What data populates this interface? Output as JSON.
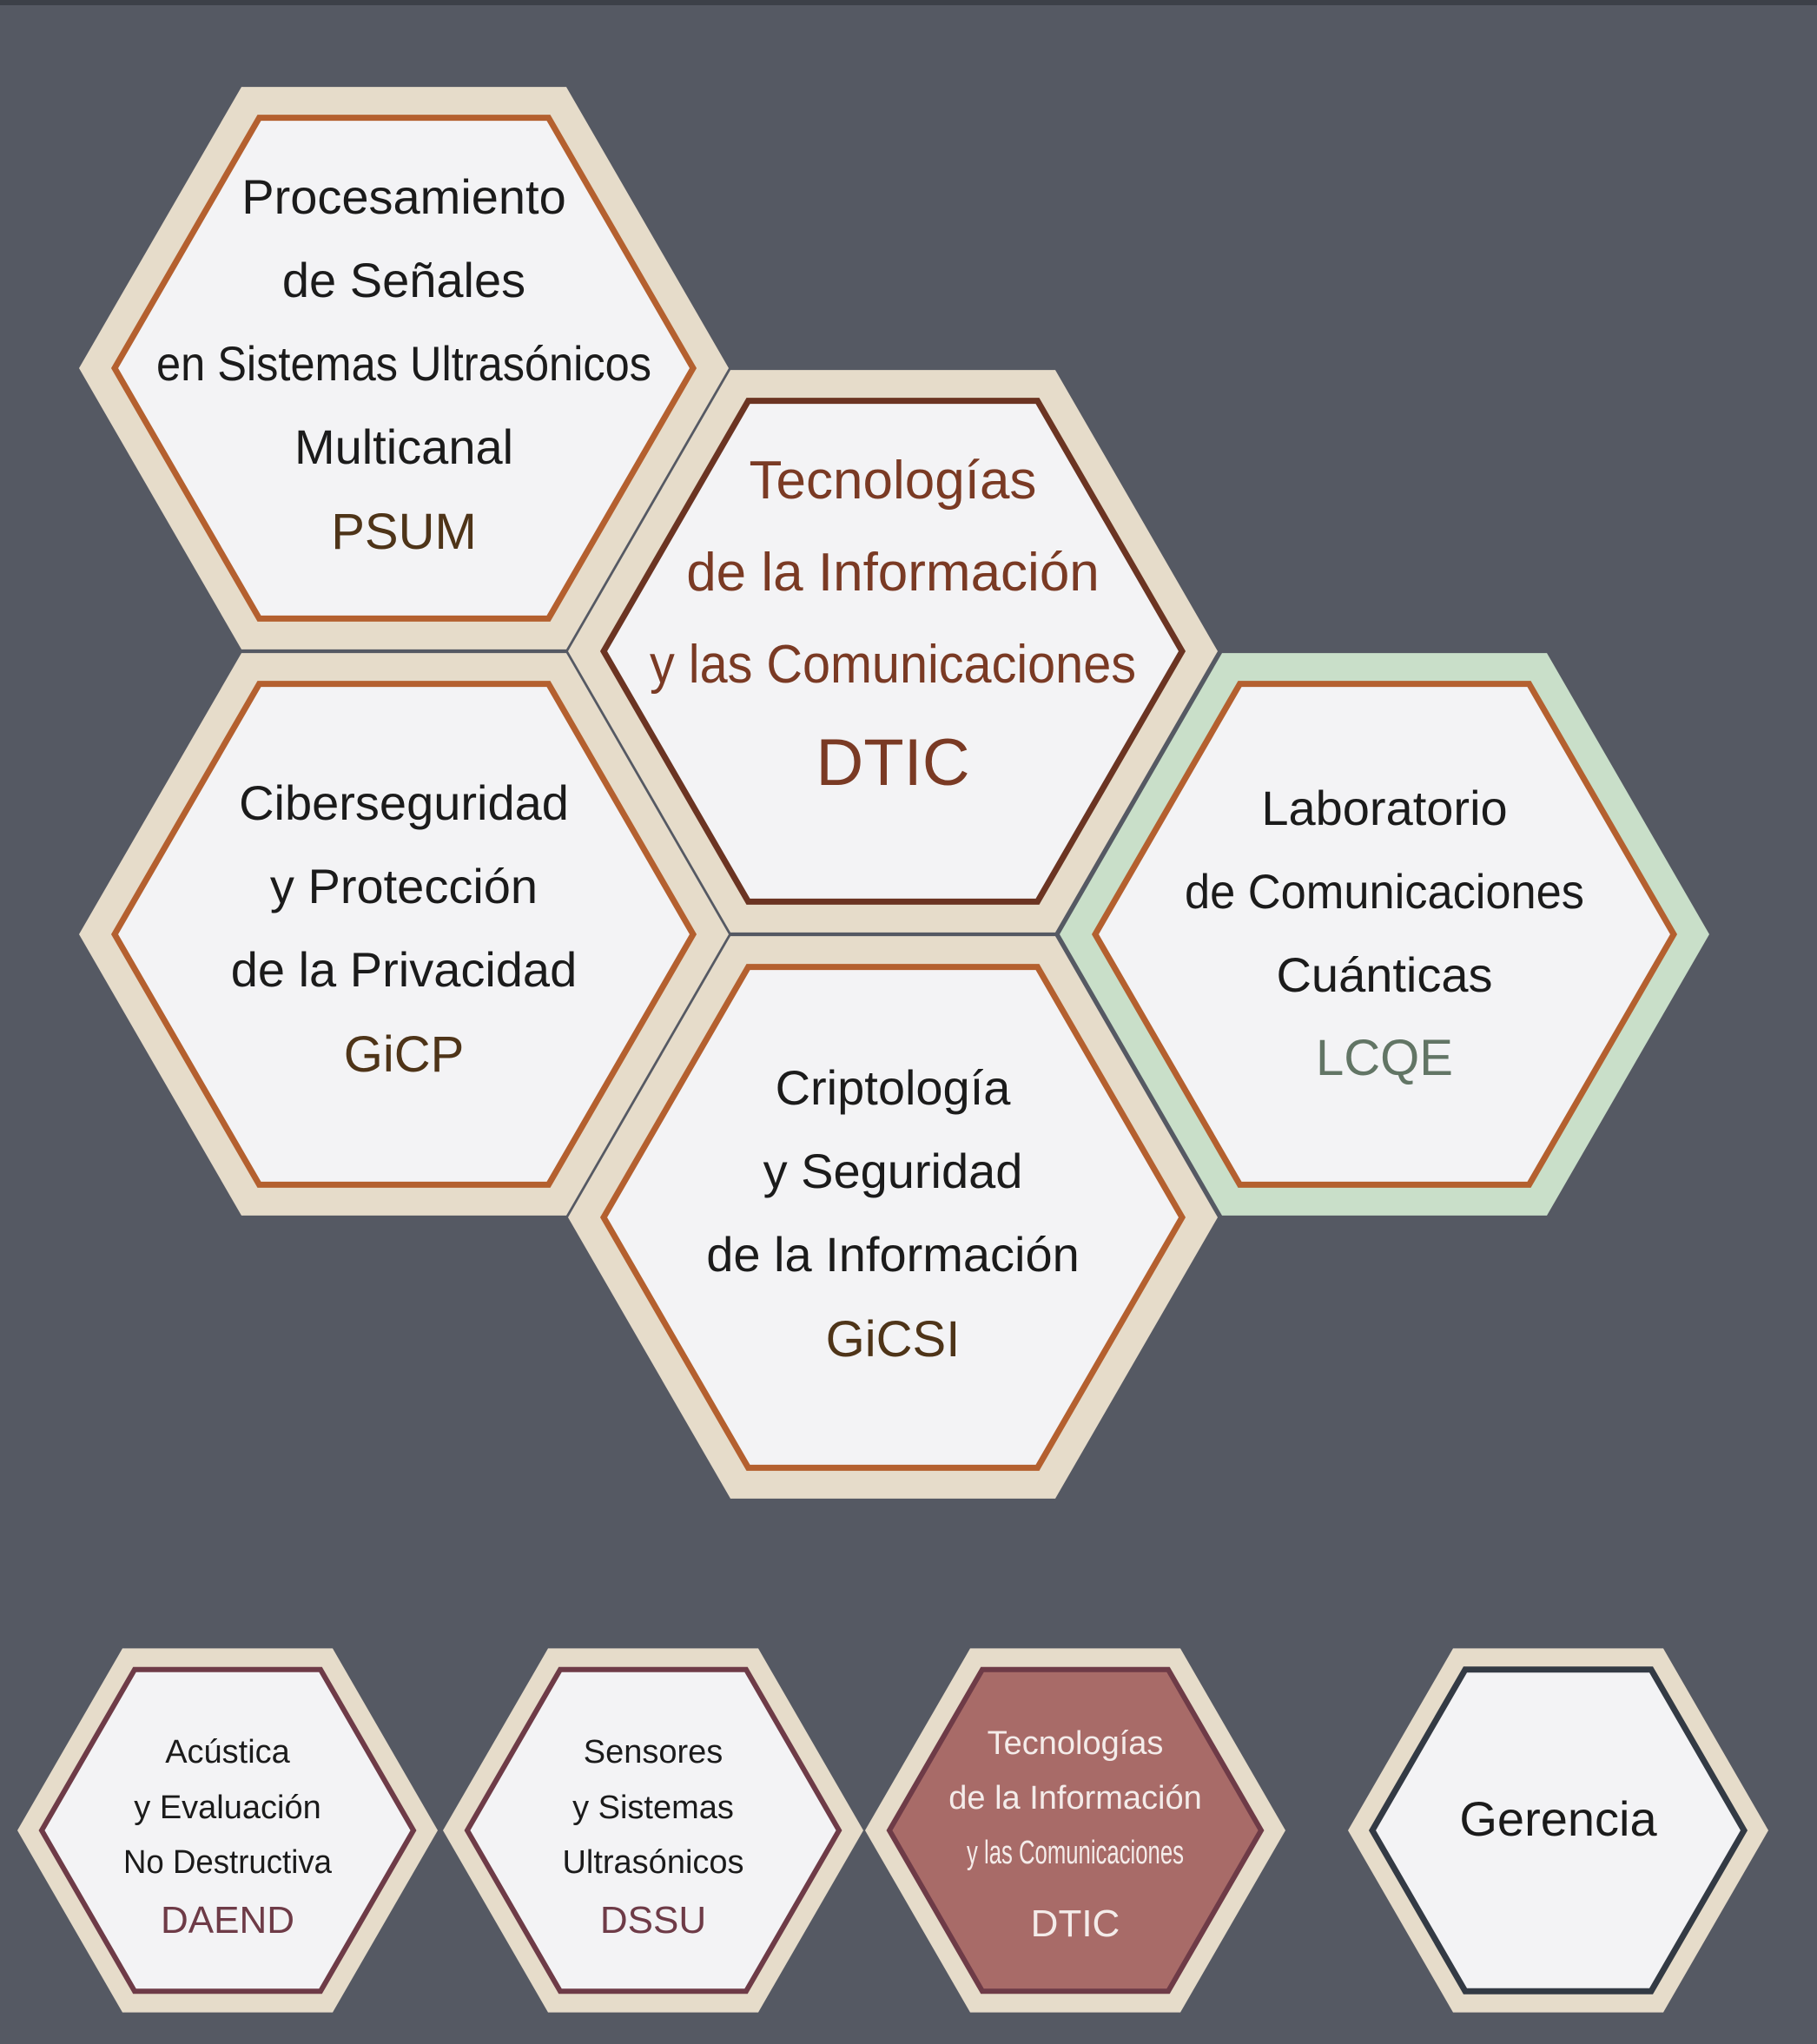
{
  "colors": {
    "background": "#555963",
    "halo": "#e6dcca",
    "halo_green": "#c9dfc9",
    "inner_fill": "#f3f3f5",
    "orange_border": "#b4602f",
    "dtic_border": "#6b3422",
    "bottom_border": "#6e3b47",
    "gerencia_border": "#333a44",
    "dtic_title": "#7a3a24",
    "acronym_brown": "#4e3418",
    "lcqe_acronym": "#627565",
    "maroon_acronym": "#6e3b47",
    "dtic_small_fill": "#a86b68",
    "dtic_small_text": "#f4ecea",
    "text_dark": "#1b1b1b"
  },
  "groups": [
    {
      "id": "psum",
      "lines": [
        "Procesamiento",
        "de Señales",
        "en Sistemas Ultrasónicos",
        "Multicanal"
      ],
      "acronym": "PSUM"
    },
    {
      "id": "dtic",
      "lines": [
        "Tecnologías",
        "de la Información",
        "y las Comunicaciones"
      ],
      "acronym": "DTIC"
    },
    {
      "id": "gicp",
      "lines": [
        "Ciberseguridad",
        "y Protección",
        "de la Privacidad"
      ],
      "acronym": "GiCP"
    },
    {
      "id": "lcqe",
      "lines": [
        "Laboratorio",
        "de Comunicaciones",
        "Cuánticas"
      ],
      "acronym": "LCQE"
    },
    {
      "id": "gicsi",
      "lines": [
        "Criptología",
        "y Seguridad",
        "de la Información"
      ],
      "acronym": "GiCSI"
    }
  ],
  "departments": [
    {
      "id": "daend",
      "lines": [
        "Acústica",
        "y Evaluación",
        "No Destructiva"
      ],
      "acronym": "DAEND"
    },
    {
      "id": "dssu",
      "lines": [
        "Sensores",
        "y Sistemas",
        "Ultrasónicos"
      ],
      "acronym": "DSSU"
    },
    {
      "id": "dtic-small",
      "lines": [
        "Tecnologías",
        "de la Información",
        "y las Comunicaciones"
      ],
      "acronym": "DTIC"
    },
    {
      "id": "gerencia",
      "lines": [
        "Gerencia"
      ],
      "acronym": ""
    }
  ]
}
